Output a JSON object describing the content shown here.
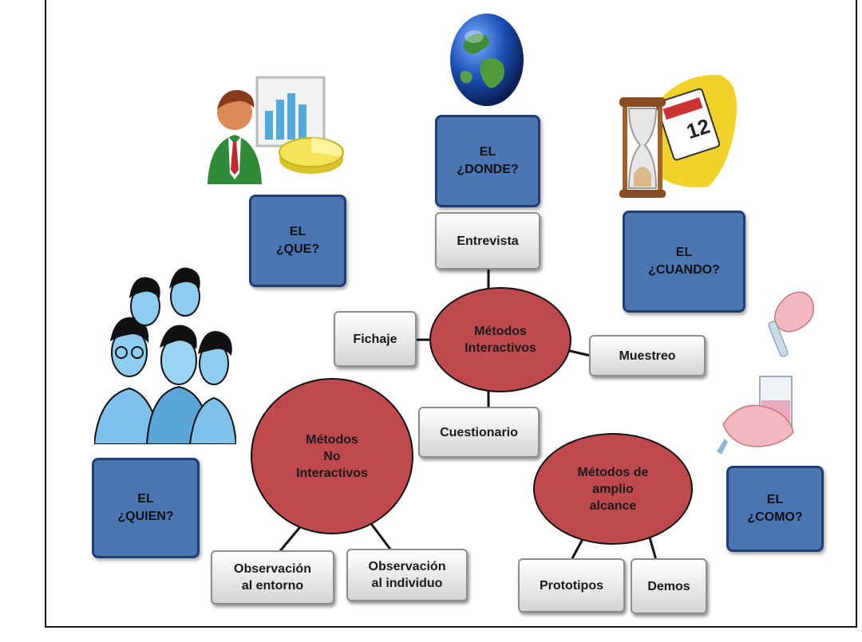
{
  "questions": {
    "que": {
      "line1": "EL",
      "line2": "¿QUE?"
    },
    "donde": {
      "line1": "EL",
      "line2": "¿DONDE?"
    },
    "cuando": {
      "line1": "EL",
      "line2": "¿CUANDO?"
    },
    "quien": {
      "line1": "EL",
      "line2": "¿QUIEN?"
    },
    "como": {
      "line1": "EL",
      "line2": "¿COMO?"
    }
  },
  "hubs": {
    "interactivos": {
      "line1": "Métodos",
      "line2": "Interactivos"
    },
    "no_interactivos": {
      "line1": "Métodos",
      "line2": "No",
      "line3": "Interactivos"
    },
    "amplio_alcance": {
      "line1": "Métodos de",
      "line2": "amplio",
      "line3": "alcance"
    }
  },
  "techniques": {
    "entrevista": "Entrevista",
    "fichaje": "Fichaje",
    "muestreo": "Muestreo",
    "cuestionario": "Cuestionario",
    "observacion_entorno": {
      "line1": "Observación",
      "line2": "al entorno"
    },
    "observacion_individuo": {
      "line1": "Observación",
      "line2": "al individuo"
    },
    "prototipos": "Prototipos",
    "demos": "Demos"
  },
  "colors": {
    "question_box": "#4a76b4",
    "hub_circle": "#bf4a4e",
    "technique_box": "#e6e6e6",
    "connector": "#111111"
  },
  "icons": [
    "globe-icon",
    "businessman-chart-icon",
    "hourglass-calendar-icon",
    "people-group-icon",
    "hands-test-tube-icon"
  ]
}
